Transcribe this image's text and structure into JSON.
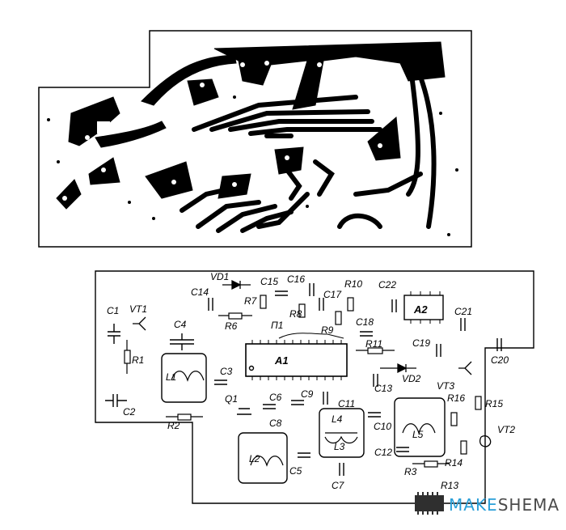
{
  "board_labels": {
    "VD1": "VD1",
    "C15": "C15",
    "C16": "C16",
    "R10": "R10",
    "C22": "C22",
    "C14": "C14",
    "R7": "R7",
    "C17": "C17",
    "C1": "C1",
    "VT1": "VT1",
    "R8": "R8",
    "A2": "A2",
    "C21": "C21",
    "R6": "R6",
    "C4": "C4",
    "P1": "П1",
    "R9": "R9",
    "C18": "C18",
    "R1": "R1",
    "R11": "R11",
    "C19": "C19",
    "C20": "C20",
    "A1": "A1",
    "L1": "L1",
    "C3": "C3",
    "VD2": "VD2",
    "C13": "C13",
    "VT3": "VT3",
    "C2": "C2",
    "Q1": "Q1",
    "C6": "C6",
    "C9": "C9",
    "C11": "C11",
    "R16": "R16",
    "R15": "R15",
    "R2": "R2",
    "C8": "C8",
    "L4": "L4",
    "C10": "C10",
    "L5": "L5",
    "VT2": "VT2",
    "L3": "L3",
    "C12": "C12",
    "L2": "L2",
    "C5": "C5",
    "R14": "R14",
    "R3": "R3",
    "C7": "C7",
    "R13": "R13"
  },
  "brand": {
    "name": "MAKESHEMA",
    "accent_color": "#2a9fd8",
    "text_color": "#4a4a4a",
    "icon": "chip-icon"
  },
  "colors": {
    "ink": "#000000",
    "paper": "#ffffff"
  }
}
